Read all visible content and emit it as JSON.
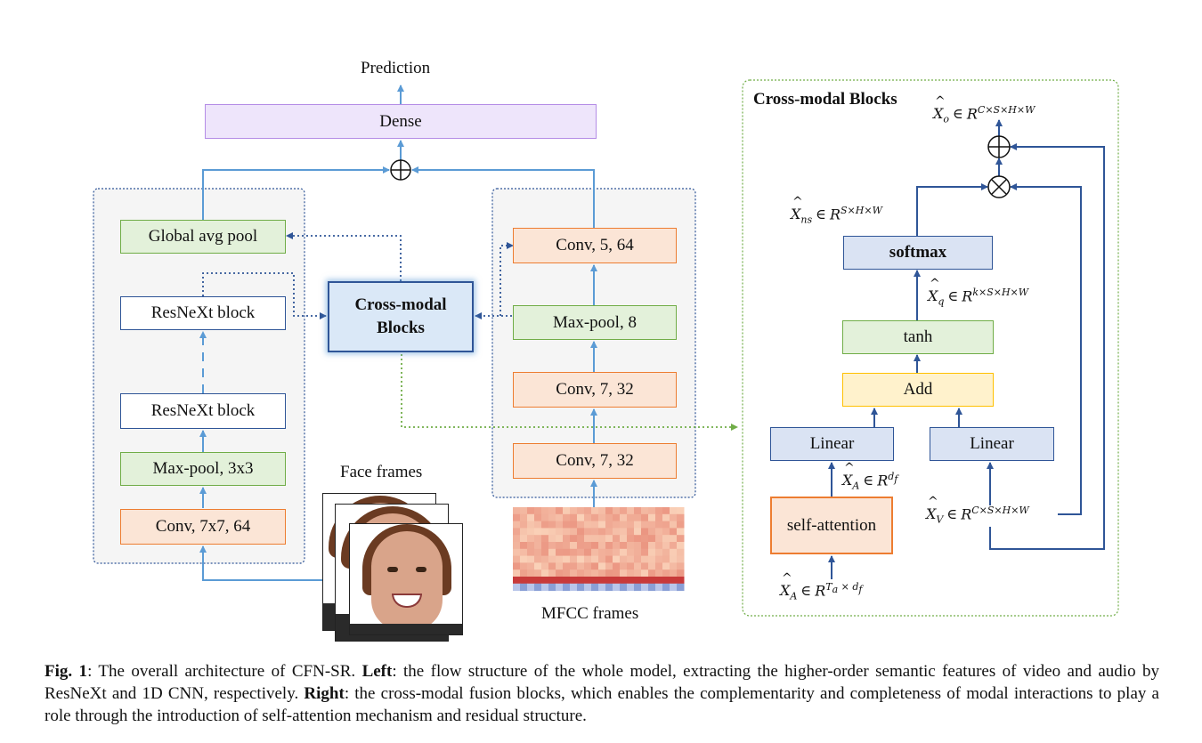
{
  "left": {
    "prediction": "Prediction",
    "dense": "Dense",
    "video_branch": {
      "global_avg_pool": "Global avg pool",
      "resnext_top": "ResNeXt block",
      "resnext_bottom": "ResNeXt block",
      "max_pool": "Max-pool, 3x3",
      "conv": "Conv, 7x7, 64"
    },
    "cross_modal": [
      "Cross-modal",
      "Blocks"
    ],
    "audio_branch": {
      "conv_top": "Conv, 5, 64",
      "max_pool": "Max-pool, 8",
      "conv_mid": "Conv, 7, 32",
      "conv_bottom": "Conv, 7, 32"
    },
    "face_frames": "Face frames",
    "mfcc_frames": "MFCC frames"
  },
  "right": {
    "title": "Cross-modal Blocks",
    "softmax": "softmax",
    "tanh": "tanh",
    "add": "Add",
    "linear_left": "Linear",
    "linear_right": "Linear",
    "self_attention": "self-attention",
    "math": {
      "xo_var": "X",
      "xo_sub": "o",
      "xo_set": "R",
      "xo_sup": "C×S×H×W",
      "xns_var": "X",
      "xns_sub": "ns",
      "xns_set": "R",
      "xns_sup": "S×H×W",
      "xq_var": "X",
      "xq_sub": "q",
      "xq_set": "R",
      "xq_sup": "k×S×H×W",
      "xa1_var": "X",
      "xa1_sub": "A",
      "xa1_set": "R",
      "xa1_sup": "d",
      "xa1_sup_sub": "f",
      "xv_var": "X",
      "xv_sub": "V",
      "xv_set": "R",
      "xv_sup": "C×S×H×W",
      "xa2_var": "X",
      "xa2_sub": "A",
      "xa2_set": "R",
      "xa2_sup_a": "T",
      "xa2_sup_a_sub": "a",
      "xa2_sup_b": "× d",
      "xa2_sup_b_sub": "f",
      "in": "∈"
    }
  },
  "caption": {
    "fig": "Fig. 1",
    "intro": ": The overall architecture of CFN-SR. ",
    "left_label": "Left",
    "left_text": ": the flow structure of the whole model, extracting the higher-order semantic features of video and audio by ResNeXt and 1D CNN, respectively. ",
    "right_label": "Right",
    "right_text": ": the cross-modal fusion blocks, which enables the complementarity and completeness of modal interactions to play a role through the introduction of self-attention mechanism and residual structure."
  },
  "colors": {
    "arrow_blue": "#5b9bd5",
    "dark_blue": "#2f5597",
    "green_border": "#70ad47",
    "orange_border": "#ed7d31",
    "purple_border": "#b48ce6",
    "yellow_border": "#ffc000"
  }
}
